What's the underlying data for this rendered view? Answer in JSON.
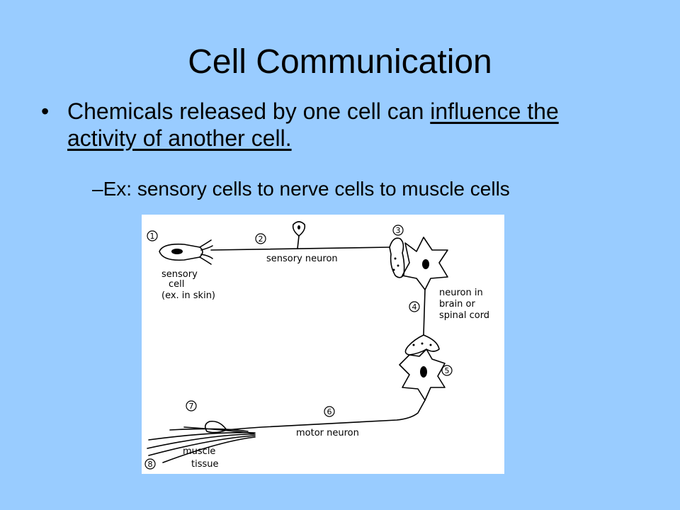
{
  "slide": {
    "title": "Cell Communication",
    "bullet": {
      "marker": "•",
      "text_plain": "Chemicals released by one cell can ",
      "text_underlined": "influence the activity of another cell."
    },
    "sub_bullet": {
      "marker": "–",
      "text": "Ex: sensory cells to nerve cells to muscle cells"
    },
    "background_color": "#99ccff"
  },
  "diagram": {
    "markers": [
      "1",
      "2",
      "3",
      "4",
      "5",
      "6",
      "7",
      "8"
    ],
    "labels": {
      "sensory_cell_1": "sensory",
      "sensory_cell_2": "cell",
      "sensory_cell_3": "(ex. in skin)",
      "sensory_neuron": "sensory neuron",
      "neuron_1": "neuron in",
      "neuron_2": "brain or",
      "neuron_3": "spinal cord",
      "motor_neuron": "motor neuron",
      "muscle_1": "muscle",
      "muscle_2": "tissue"
    }
  }
}
